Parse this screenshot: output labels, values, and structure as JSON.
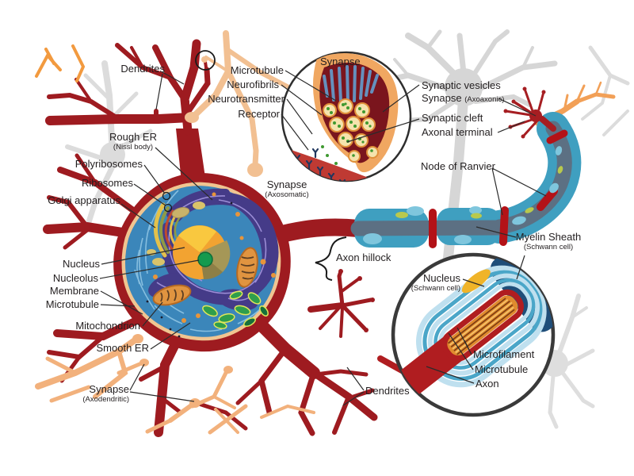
{
  "diagram": {
    "subject": "Neuron anatomy diagram",
    "labels": {
      "dendrites_top": {
        "text": "Dendrites"
      },
      "microtubule_top": {
        "text": "Microtubule"
      },
      "neurofibrils": {
        "text": "Neurofibrils"
      },
      "neurotransmitter": {
        "text": "Neurotransmitter"
      },
      "receptor": {
        "text": "Receptor"
      },
      "synapse_inset_title": {
        "text": "Synapse"
      },
      "synaptic_vesicles": {
        "text": "Synaptic vesicles"
      },
      "synapse_axoaxonic": {
        "text": "Synapse",
        "sub": "(Axoaxonic)"
      },
      "synaptic_cleft": {
        "text": "Synaptic cleft"
      },
      "axonal_terminal": {
        "text": "Axonal terminal"
      },
      "node_of_ranvier": {
        "text": "Node of Ranvier"
      },
      "rough_er": {
        "text": "Rough ER",
        "sub": "(Nissl body)"
      },
      "polyribosomes": {
        "text": "Polyribosomes"
      },
      "ribosomes": {
        "text": "Ribosomes"
      },
      "golgi_apparatus": {
        "text": "Golgi apparatus"
      },
      "synapse_axosomatic": {
        "text": "Synapse",
        "sub": "(Axosomatic)"
      },
      "nucleus": {
        "text": "Nucleus"
      },
      "nucleolus": {
        "text": "Nucleolus"
      },
      "membrane": {
        "text": "Membrane"
      },
      "microtubule_left": {
        "text": "Microtubule"
      },
      "mitochondrion": {
        "text": "Mitochondrion"
      },
      "smooth_er": {
        "text": "Smooth ER"
      },
      "synapse_axodendritic": {
        "text": "Synapse",
        "sub": "(Axodendritic)"
      },
      "axon_hillock": {
        "text": "Axon hillock"
      },
      "myelin_sheath": {
        "text": "Myelin Sheath",
        "sub": "(Schwann cell)"
      },
      "nucleus_schwann": {
        "text": "Nucleus",
        "sub": "(Schwann cell)"
      },
      "microfilament": {
        "text": "Microfilament"
      },
      "microtubule_inset": {
        "text": "Microtubule"
      },
      "axon": {
        "text": "Axon"
      },
      "dendrites_bottom": {
        "text": "Dendrites"
      }
    },
    "palette": {
      "main_neuron_red": "#9e1b20",
      "node_of_ranvier_red": "#b31217",
      "other_neuron_orange": "#f2b17c",
      "orange_bright": "#f29a3f",
      "background_neuron_gray": "#d6d6d6",
      "myelin_teal": "#3f9fc0",
      "myelin_highlight": "#7fc6dd",
      "axon_core_slate": "#5c7083",
      "schwann_nucleus_yellow": "#b9c94d",
      "cytoplasm_blue": "#3b86ba",
      "membrane_peach": "#f0c591",
      "rough_er_purple": "#453b88",
      "er_light_purple": "#9b8dd6",
      "nucleus_orange": "#f2a331",
      "nucleus_yellow": "#f9c83f",
      "nucleolus_green": "#159a4e",
      "golgi_yellow": "#e3c14b",
      "golgi_olive": "#8f9a45",
      "golgi_red": "#c04a2e",
      "mitochondrion_orange": "#e09440",
      "smooth_er_green": "#2f9e4c",
      "synapse_maroon": "#7a151d",
      "terminal_orange": "#f0a761",
      "vesicle_tan": "#f5e3ad",
      "vesicle_dot_green": "#3f9930",
      "receptor_navy": "#21375f",
      "postsynaptic_red": "#bf3a33",
      "leader_line": "#2b2b2b"
    }
  }
}
